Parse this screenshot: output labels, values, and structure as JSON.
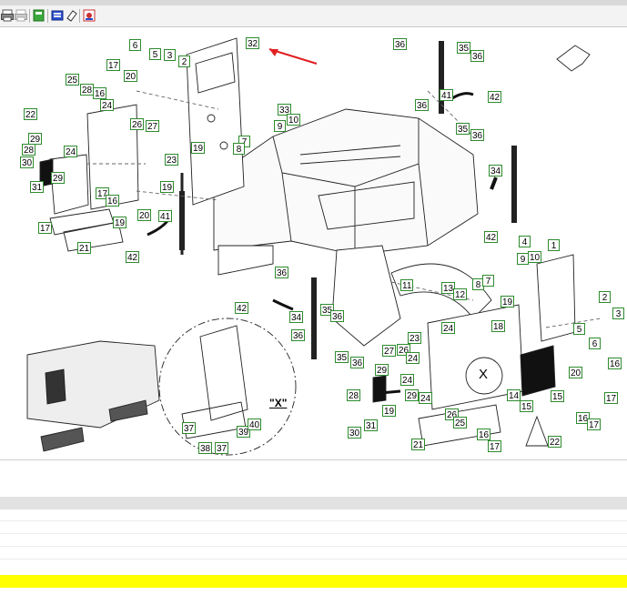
{
  "toolbar": {
    "buttons": [
      {
        "name": "print-icon",
        "color": "#555555"
      },
      {
        "name": "print-preview-icon",
        "color": "#999999"
      },
      {
        "name": "export-icon",
        "color": "#2e9a2e"
      },
      {
        "name": "select-icon",
        "color": "#2a4fd0"
      },
      {
        "name": "erase-icon",
        "color": "#333333"
      },
      {
        "name": "settings-icon",
        "color": "#c83232"
      }
    ]
  },
  "drawing": {
    "detail_label": "\"X\"",
    "view_marker": "X",
    "callouts": [
      "6",
      "5",
      "3",
      "2",
      "32",
      "17",
      "20",
      "25",
      "28",
      "16",
      "24",
      "22",
      "26",
      "27",
      "29",
      "28",
      "30",
      "24",
      "29",
      "31",
      "17",
      "16",
      "23",
      "19",
      "20",
      "17",
      "19",
      "21",
      "41",
      "42",
      "19",
      "7",
      "8",
      "33",
      "9",
      "10",
      "36",
      "35",
      "36",
      "41",
      "42",
      "36",
      "35",
      "36",
      "34",
      "42",
      "4",
      "1",
      "9",
      "10",
      "36",
      "11",
      "13",
      "12",
      "8",
      "7",
      "42",
      "34",
      "35",
      "36",
      "36",
      "19",
      "18",
      "24",
      "2",
      "3",
      "5",
      "6",
      "35",
      "36",
      "27",
      "26",
      "23",
      "24",
      "24",
      "29",
      "28",
      "29",
      "24",
      "19",
      "31",
      "30",
      "26",
      "25",
      "21",
      "17",
      "16",
      "22",
      "14",
      "15",
      "15",
      "20",
      "16",
      "17",
      "16",
      "17",
      "37",
      "39",
      "40",
      "38",
      "37"
    ]
  },
  "lower_panel": {
    "highlight_color": "#ffff00"
  }
}
